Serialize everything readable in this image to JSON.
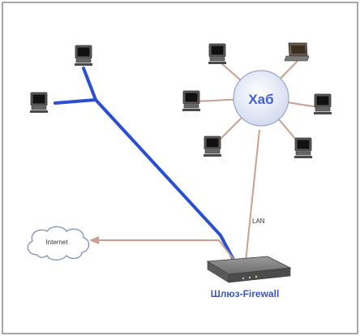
{
  "diagram": {
    "hub_label": "Хаб",
    "lan_label": "LAN",
    "cloud_label": "Internet",
    "gateway_label": "Шлюз-Firewall"
  },
  "colors": {
    "frame": "#8a8a8a",
    "blue_link": "#2b4fd1",
    "copper_link": "#c9a08d",
    "hub_fill": "#e9ecf6",
    "hub_text": "#3f5fe0",
    "gateway_label": "#3a54c6",
    "device_gray": "#5f5f5f"
  },
  "icons": {
    "workstation": "computer-icon",
    "laptop": "laptop-icon",
    "cloud": "cloud-icon",
    "gateway": "router-icon"
  }
}
